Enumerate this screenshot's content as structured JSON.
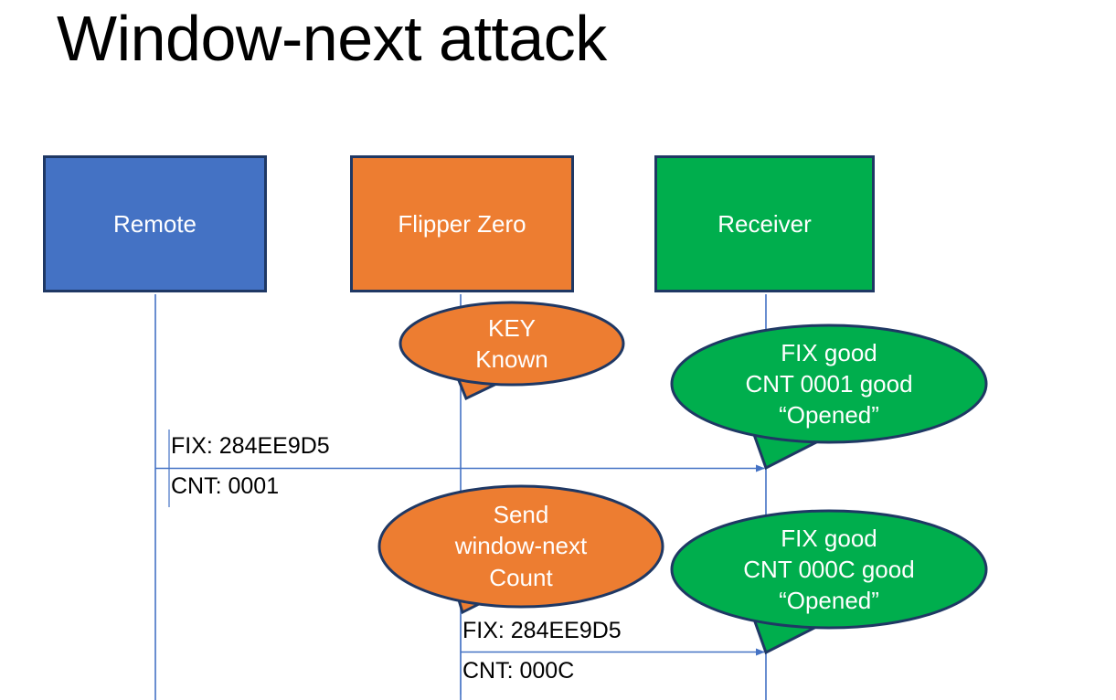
{
  "slide": {
    "title": "Window-next attack",
    "background": "#FFFFFF"
  },
  "colors": {
    "remote_fill": "#4472C4",
    "flipper_fill": "#ED7D31",
    "receiver_fill": "#00AE4D",
    "border": "#1F3864",
    "line": "#4472C4",
    "text_dark": "#000000",
    "text_light": "#FFFFFF"
  },
  "actors": [
    {
      "id": "remote",
      "label": "Remote",
      "fill": "#4472C4"
    },
    {
      "id": "flipper",
      "label": "Flipper Zero",
      "fill": "#ED7D31"
    },
    {
      "id": "receiver",
      "label": "Receiver",
      "fill": "#00AE4D"
    }
  ],
  "callouts": [
    {
      "id": "key-known",
      "owner": "flipper",
      "fill": "#ED7D31",
      "lines": [
        "KEY",
        "Known"
      ]
    },
    {
      "id": "receiver-ok-0001",
      "owner": "receiver",
      "fill": "#00AE4D",
      "lines": [
        "FIX good",
        "CNT 0001 good",
        "“Opened”"
      ]
    },
    {
      "id": "send-window-next",
      "owner": "flipper",
      "fill": "#ED7D31",
      "lines": [
        "Send",
        "window-next",
        "Count"
      ]
    },
    {
      "id": "receiver-ok-000c",
      "owner": "receiver",
      "fill": "#00AE4D",
      "lines": [
        "FIX good",
        "CNT 000C good",
        "“Opened”"
      ]
    }
  ],
  "messages": [
    {
      "id": "msg-1",
      "from": "remote",
      "to": "receiver",
      "top_label": "FIX: 284EE9D5",
      "bottom_label": "CNT: 0001"
    },
    {
      "id": "msg-2",
      "from": "flipper",
      "to": "receiver",
      "top_label": "FIX: 284EE9D5",
      "bottom_label": "CNT: 000C"
    }
  ]
}
